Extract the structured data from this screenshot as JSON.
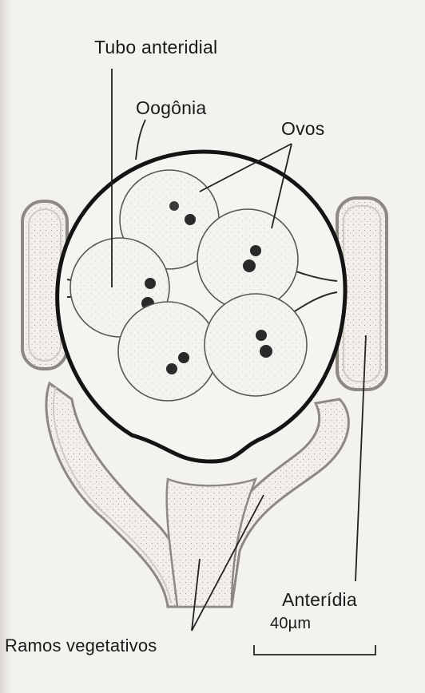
{
  "labels": {
    "tubo": "Tubo anteridial",
    "oogonia": "Oogônia",
    "ovos": "Ovos",
    "anteridia": "Anterídia",
    "ramos": "Ramos vegetativos",
    "scale": "40µm"
  }
}
